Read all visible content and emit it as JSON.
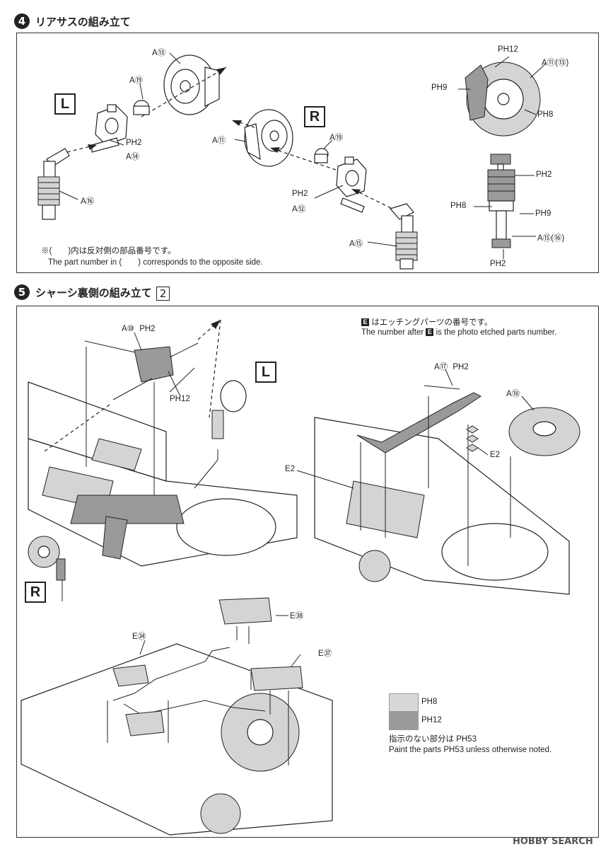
{
  "step4": {
    "number": "4",
    "title": "リアサスの組み立て",
    "left_tag": "L",
    "right_tag": "R",
    "labels": {
      "a13": "A⑬",
      "a19_l": "A⑲",
      "ph2_l": "PH2",
      "a14": "A⑭",
      "a16": "A⑯",
      "a11": "A⑪",
      "a19_r": "A⑲",
      "ph2_r": "PH2",
      "a12": "A⑫",
      "a15": "A⑮",
      "ph12": "PH12",
      "a11_13": "A⑪(⑬)",
      "ph9": "PH9",
      "ph8": "PH8",
      "ph2_shock": "PH2",
      "ph8_shock": "PH8",
      "ph9_shock": "PH9",
      "a15_16": "A⑮(⑯)",
      "ph2_bottom": "PH2"
    },
    "note_jp": "※(　　)内は反対側の部品番号です。",
    "note_en": "The part number in (　　) corresponds to the opposite side."
  },
  "step5": {
    "number": "5",
    "title": "シャーシ裏側の組み立て",
    "sub_number": "2",
    "etching_note_jp": "はエッチングパーツの番号です。",
    "etching_note_en_pre": "The number after",
    "etching_note_en_post": "is the photo etched parts  number.",
    "etching_letter": "E",
    "left_tag": "L",
    "right_tag": "R",
    "labels": {
      "a10": "A⑩",
      "ph2_a10": "PH2",
      "ph12": "PH12",
      "a17": "A⑰",
      "ph2_a17": "PH2",
      "a18": "A⑱",
      "e2_left": "E2",
      "e2_right": "E2",
      "e38": "E㊳",
      "e34": "E㉞",
      "e37": "E㊲"
    },
    "legend": [
      {
        "label": "PH8",
        "color": "#d8d8d8"
      },
      {
        "label": "PH12",
        "color": "#9a9a9a"
      }
    ],
    "paint_note_jp": "指示のない部分は PH53",
    "paint_note_en": "Paint the parts PH53 unless otherwise noted."
  },
  "watermark": "HOBBY SEARCH"
}
